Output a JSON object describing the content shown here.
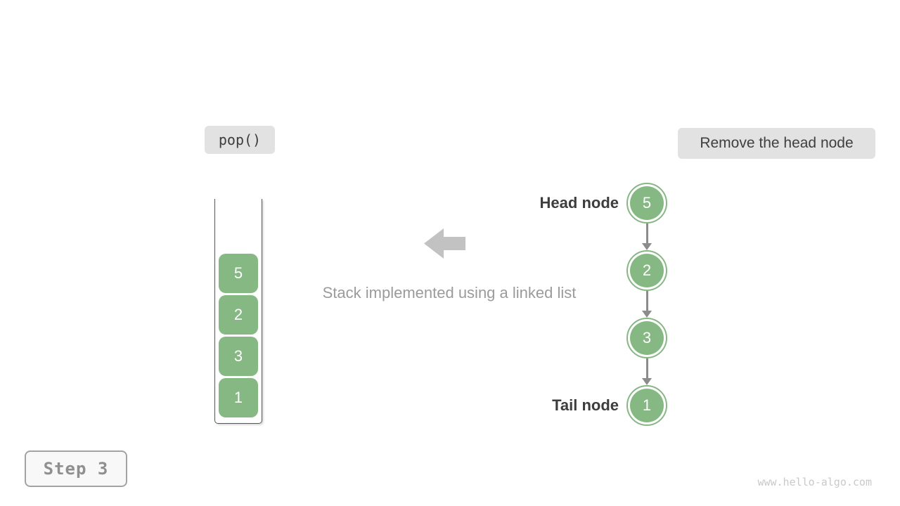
{
  "colors": {
    "green": "#86b883",
    "label_bg": "#e2e2e2",
    "dark_text": "#3f3f3f",
    "muted_text": "#9b9b9b",
    "arrow_gray": "#8c8c8c",
    "block_arrow": "#c2c2c2",
    "watermark": "#c9c9c9"
  },
  "operation_label": "pop()",
  "action_label": "Remove the head node",
  "caption": "Stack implemented using a linked list",
  "step_badge": "Step 3",
  "watermark": "www.hello-algo.com",
  "stack": {
    "items_top_to_bottom": [
      "5",
      "2",
      "3",
      "1"
    ]
  },
  "linked_list": {
    "head_label": "Head node",
    "tail_label": "Tail node",
    "nodes_head_to_tail": [
      "5",
      "2",
      "3",
      "1"
    ]
  }
}
